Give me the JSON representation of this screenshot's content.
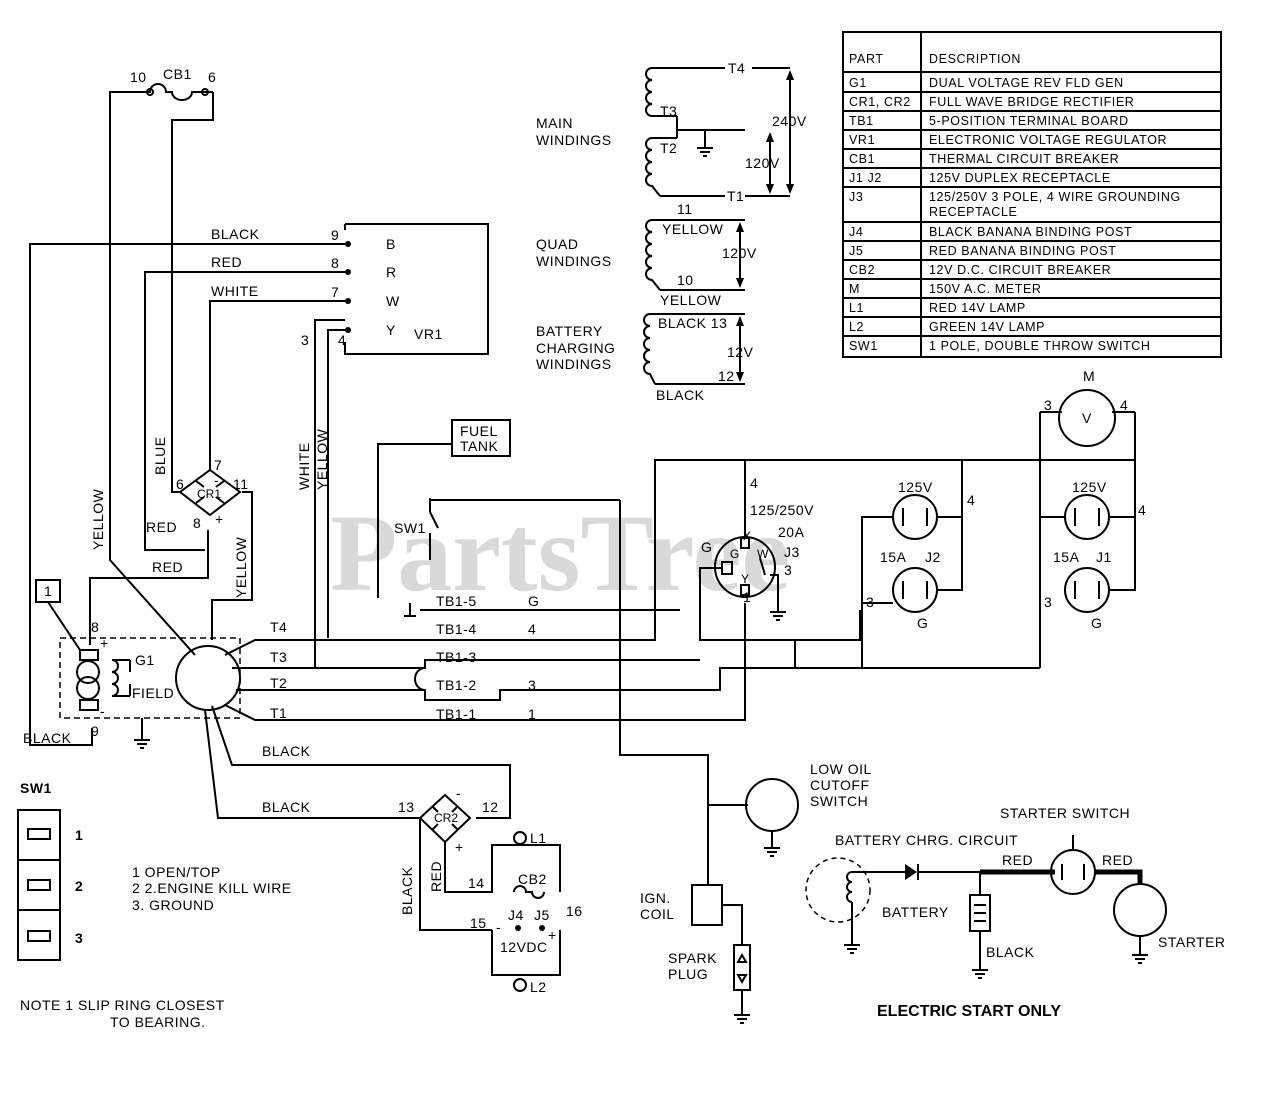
{
  "watermark": "PartsTree",
  "parts_table": {
    "header": {
      "part": "PART",
      "description": "DESCRIPTION"
    },
    "rows": [
      {
        "part": "G1",
        "description": "DUAL VOLTAGE REV FLD GEN"
      },
      {
        "part": "CR1, CR2",
        "description": "FULL WAVE BRIDGE RECTIFIER"
      },
      {
        "part": "TB1",
        "description": "5-POSITION TERMINAL BOARD"
      },
      {
        "part": "VR1",
        "description": "ELECTRONIC VOLTAGE REGULATOR"
      },
      {
        "part": "CB1",
        "description": "THERMAL CIRCUIT BREAKER"
      },
      {
        "part": "J1 J2",
        "description": "125V DUPLEX RECEPTACLE"
      },
      {
        "part": "J3",
        "description": "125/250V 3 POLE, 4 WIRE GROUNDING",
        "description2": "RECEPTACLE"
      },
      {
        "part": "J4",
        "description": "BLACK BANANA BINDING POST"
      },
      {
        "part": "J5",
        "description": "RED BANANA BINDING POST"
      },
      {
        "part": "CB2",
        "description": "12V D.C. CIRCUIT BREAKER"
      },
      {
        "part": "M",
        "description": "150V A.C. METER"
      },
      {
        "part": "L1",
        "description": "RED 14V LAMP"
      },
      {
        "part": "L2",
        "description": "GREEN 14V LAMP"
      },
      {
        "part": "SW1",
        "description": "1 POLE, DOUBLE THROW SWITCH"
      }
    ]
  },
  "windings": {
    "main_label_1": "MAIN",
    "main_label_2": "WINDINGS",
    "t4": "T4",
    "t3": "T3",
    "t2": "T2",
    "t1": "T1",
    "v240": "240V",
    "v120": "120V",
    "quad_label_1": "QUAD",
    "quad_label_2": "WINDINGS",
    "quad_11": "11",
    "quad_10": "10",
    "quad_yellow_top": "YELLOW",
    "quad_yellow_bottom": "YELLOW",
    "quad_v": "120V",
    "batt_label_1": "BATTERY",
    "batt_label_2": "CHARGING",
    "batt_label_3": "WINDINGS",
    "batt_black_13": "BLACK 13",
    "batt_12": "12",
    "batt_black": "BLACK",
    "batt_v": "12V"
  },
  "cb1": {
    "label": "CB1",
    "t10": "10",
    "t6": "6"
  },
  "vr1": {
    "label": "VR1",
    "terminals": [
      "B",
      "R",
      "W",
      "Y"
    ],
    "wire_numbers": [
      "9",
      "8",
      "7",
      "4"
    ],
    "wire_labels": [
      "BLACK",
      "RED",
      "WHITE"
    ],
    "num3": "3"
  },
  "cr1": {
    "label": "CR1",
    "t6": "6",
    "t7": "7",
    "t8": "8",
    "t11": "11",
    "minus": "-",
    "plus": "+"
  },
  "left_wires": {
    "yellow": "YELLOW",
    "blue": "BLUE",
    "red1": "RED",
    "red2": "RED",
    "yellow2": "YELLOW",
    "white_v": "WHITE",
    "yellow_v": "YELLOW",
    "black_bottom": "BLACK"
  },
  "generator": {
    "label": "G1",
    "field": "FIELD",
    "t8": "8",
    "t9": "9",
    "plus": "+",
    "minus": "-",
    "note_ref": "1"
  },
  "leads": [
    "T4",
    "T3",
    "T2",
    "T1"
  ],
  "tb1": {
    "rows": [
      "TB1-5",
      "TB1-4",
      "TB1-3",
      "TB1-2",
      "TB1-1"
    ],
    "wire_g": "G",
    "wire_4": "4",
    "wire_3": "3",
    "wire_1": "1"
  },
  "sw1": {
    "label": "SW1"
  },
  "fuel_tank": {
    "line1": "FUEL",
    "line2": "TANK"
  },
  "j3": {
    "v": "125/250V",
    "a": "20A",
    "label": "J3",
    "g_ext": "G",
    "g": "G",
    "w": "W",
    "x": "X",
    "y": "Y",
    "n4": "4",
    "n1": "1",
    "n3": "3"
  },
  "j2": {
    "v": "125V",
    "a": "15A",
    "label": "J2",
    "n3": "3",
    "n4": "4",
    "g": "G"
  },
  "j1": {
    "v": "125V",
    "a": "15A",
    "label": "J1",
    "n3": "3",
    "n4": "4",
    "g": "G"
  },
  "meter": {
    "label": "M",
    "v": "V",
    "n3": "3",
    "n4": "4"
  },
  "cr2": {
    "label": "CR2",
    "t13": "13",
    "t12": "12",
    "minus": "-",
    "plus": "+"
  },
  "dc": {
    "black1": "BLACK",
    "black2": "BLACK",
    "black_v": "BLACK",
    "red_v": "RED",
    "l1": "L1",
    "l2": "L2",
    "cb2": "CB2",
    "n14": "14",
    "n15": "15",
    "n16": "16",
    "j4": "J4",
    "j5": "J5",
    "v12": "12VDC",
    "minus": "-",
    "plus": "+"
  },
  "sw1_legend": {
    "title": "SW1",
    "positions": [
      "1",
      "2",
      "3"
    ],
    "desc": [
      "1  OPEN/TOP",
      "2  2.ENGINE KILL WIRE",
      "3.  GROUND"
    ]
  },
  "note": {
    "line1": "NOTE 1  SLIP RING CLOSEST",
    "line2": "TO BEARING."
  },
  "ignition": {
    "low_oil_1": "LOW OIL",
    "low_oil_2": "CUTOFF",
    "low_oil_3": "SWITCH",
    "ign_1": "IGN.",
    "ign_2": "COIL",
    "spark_1": "SPARK",
    "spark_2": "PLUG"
  },
  "electric_start": {
    "charging": "BATTERY CHRG. CIRCUIT",
    "starter_switch": "STARTER SWITCH",
    "red1": "RED",
    "red2": "RED",
    "battery": "BATTERY",
    "black": "BLACK",
    "starter": "STARTER",
    "title": "ELECTRIC START ONLY"
  }
}
